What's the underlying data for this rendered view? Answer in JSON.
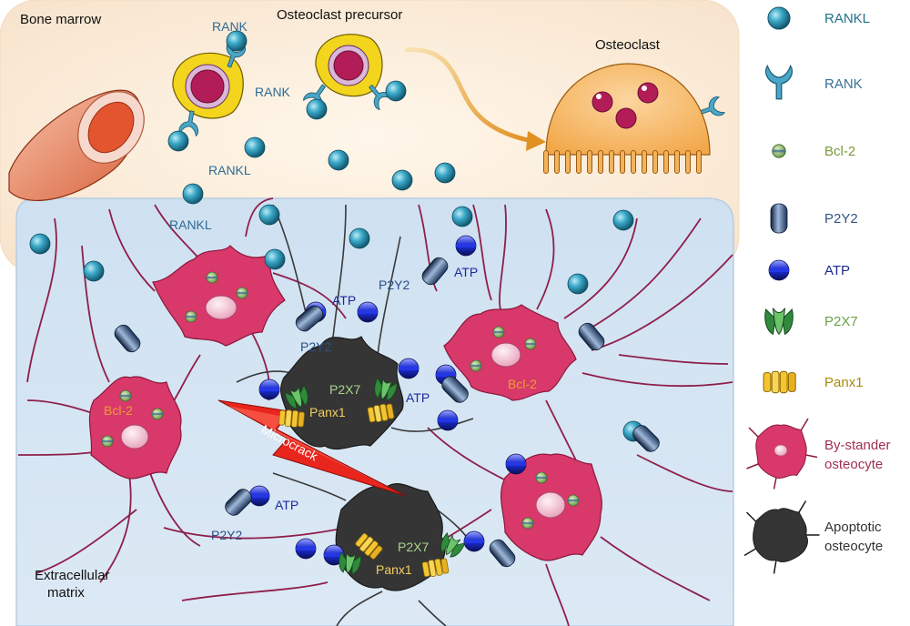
{
  "regions": {
    "bone_marrow": "Bone marrow",
    "extracellular_matrix_line1": "Extracellular",
    "extracellular_matrix_line2": "matrix"
  },
  "labels": {
    "osteoclast_precursor": "Osteoclast precursor",
    "osteoclast": "Osteoclast",
    "rank": "RANK",
    "rankl": "RANKL",
    "p2y2": "P2Y2",
    "atp": "ATP",
    "p2x7": "P2X7",
    "panx1": "Panx1",
    "bcl2": "Bcl-2",
    "microcrack": "Microcrack"
  },
  "legend": {
    "items": [
      {
        "icon": "rankl-sphere-icon",
        "label": "RANKL",
        "color": "#1e6f8a"
      },
      {
        "icon": "rank-receptor-icon",
        "label": "RANK",
        "color": "#3a6f95"
      },
      {
        "icon": "bcl2-icon",
        "label": "Bcl-2",
        "color": "#7a9a3a"
      },
      {
        "icon": "p2y2-icon",
        "label": "P2Y2",
        "color": "#34557f"
      },
      {
        "icon": "atp-icon",
        "label": "ATP",
        "color": "#1b2a8c"
      },
      {
        "icon": "p2x7-icon",
        "label": "P2X7",
        "color": "#6aa047"
      },
      {
        "icon": "panx1-icon",
        "label": "Panx1",
        "color": "#a88a10"
      },
      {
        "icon": "bystander-osteocyte-icon",
        "label_line1": "By-stander",
        "label_line2": "osteocyte",
        "color": "#a0304f"
      },
      {
        "icon": "apoptotic-osteocyte-icon",
        "label_line1": "Apoptotic",
        "label_line2": "osteocyte",
        "color": "#333333"
      }
    ]
  },
  "colors": {
    "rankl": "#2aa0c0",
    "rank": "#4aa6c6",
    "atp": "#1a2bb0",
    "p2y2": "#2c5c90",
    "p2x7": "#3a8a3a",
    "panx1": "#f2c230",
    "bystander": "#d8386a",
    "apoptotic": "#3a3a3a",
    "microcrack": "#e8261e",
    "matrix_bg": "#d4e4f2",
    "marrow_bg": "#fbeede",
    "osteoclast": "#f7b85a"
  }
}
